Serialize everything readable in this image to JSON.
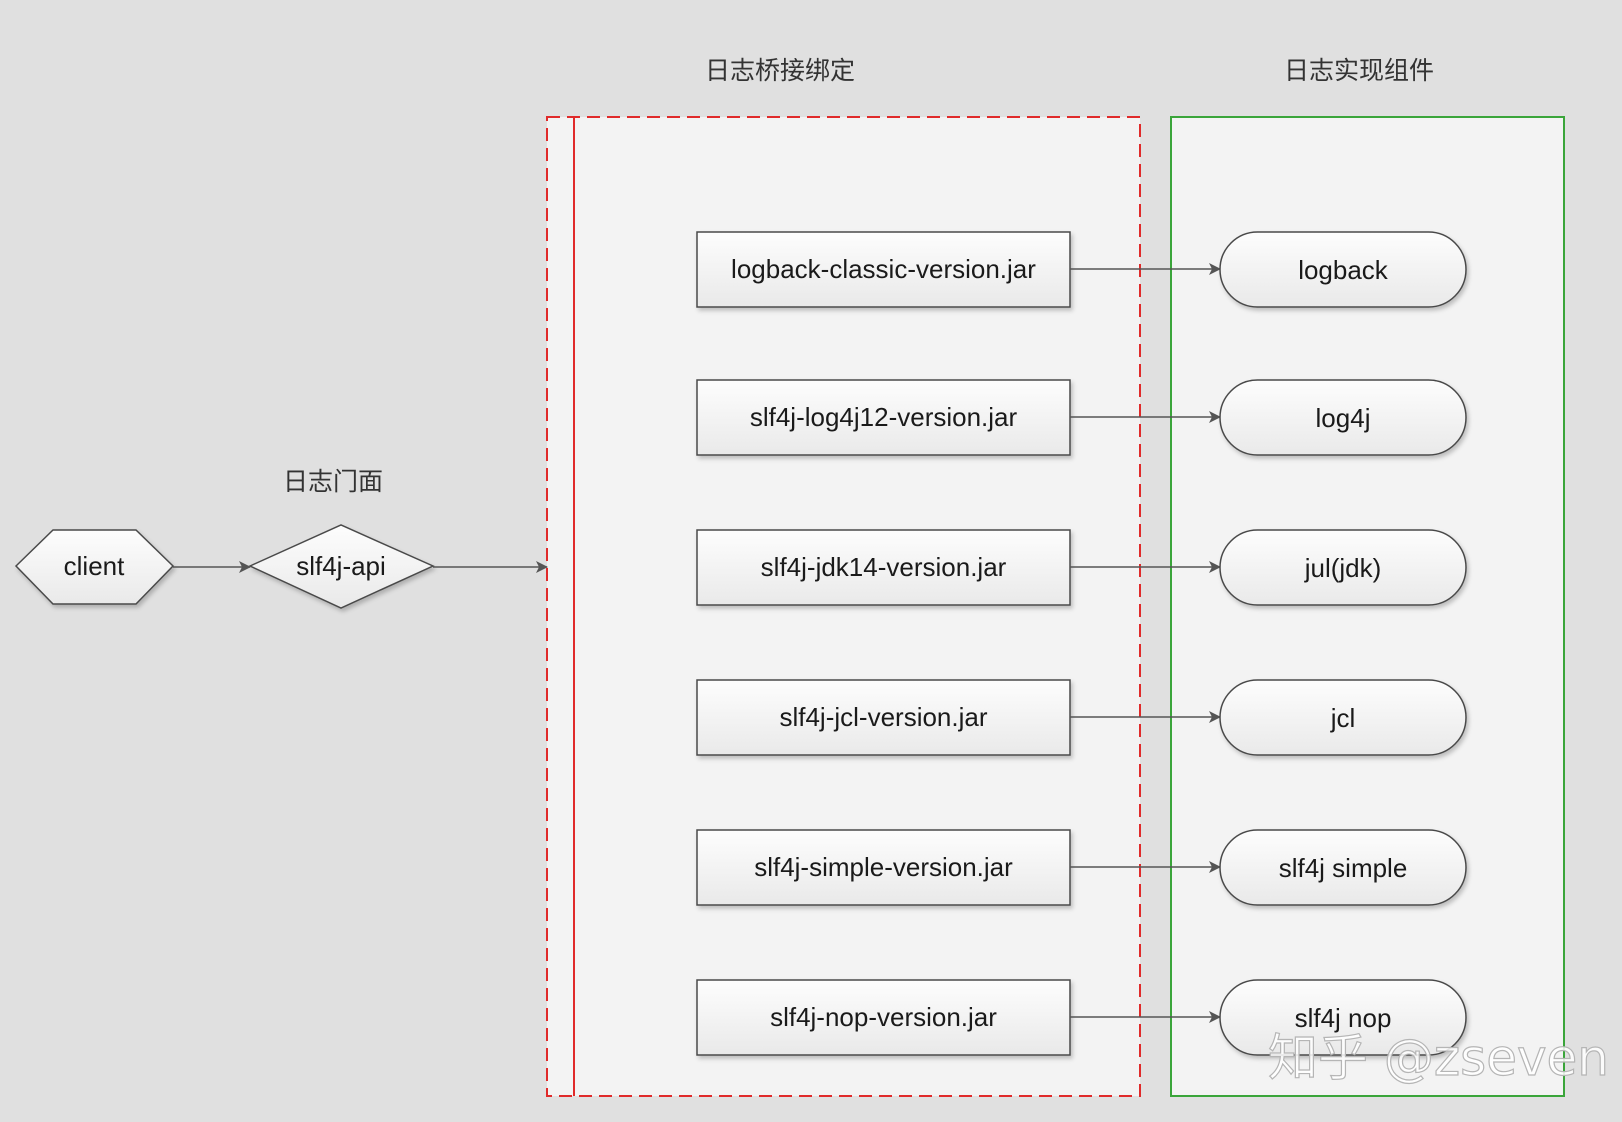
{
  "sections": {
    "facade_title": "日志门面",
    "binding_title": "日志桥接绑定",
    "impl_title": "日志实现组件"
  },
  "client": {
    "label": "client"
  },
  "api": {
    "label": "slf4j-api"
  },
  "bindings": [
    {
      "jar": "logback-classic-version.jar",
      "impl": "logback"
    },
    {
      "jar": "slf4j-log4j12-version.jar",
      "impl": "log4j"
    },
    {
      "jar": "slf4j-jdk14-version.jar",
      "impl": "jul(jdk)"
    },
    {
      "jar": "slf4j-jcl-version.jar",
      "impl": "jcl"
    },
    {
      "jar": "slf4j-simple-version.jar",
      "impl": "slf4j simple"
    },
    {
      "jar": "slf4j-nop-version.jar",
      "impl": "slf4j nop"
    }
  ],
  "watermark": "知乎 @zseven",
  "colors": {
    "background": "#e0e0e0",
    "binding_border": "#e02a2a",
    "impl_border": "#3aa53a",
    "node_stroke": "#4a4a4a",
    "arrow": "#555555"
  }
}
